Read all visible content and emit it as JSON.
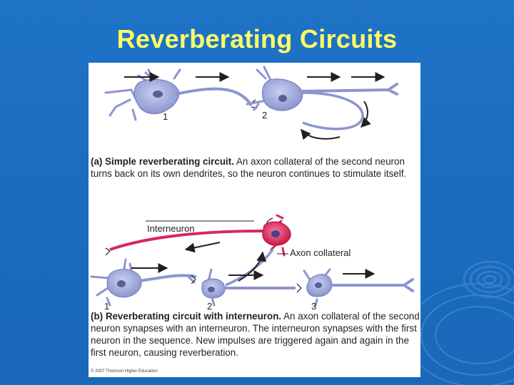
{
  "slide": {
    "title": "Reverberating Circuits"
  },
  "panel_a": {
    "neuron_labels": [
      "1",
      "2"
    ],
    "caption_bold": "(a) Simple reverberating circuit.",
    "caption_text": " An axon collateral of the second neuron turns back on its own dendrites, so the neuron continues to stimulate itself."
  },
  "panel_b": {
    "interneuron_label": "Interneuron",
    "axon_collateral_label": "Axon collateral",
    "neuron_labels": [
      "1",
      "2",
      "3"
    ],
    "caption_bold": "(b) Reverberating circuit with interneuron.",
    "caption_text": " An axon collateral of the second neuron synapses with an interneuron. The interneuron synapses with the first neuron in the sequence. New impulses are triggered again and again in the first neuron, causing reverberation."
  },
  "copyright": "© 2007 Thomson Higher Education",
  "colors": {
    "neuron": "#9ea6d8",
    "nucleus": "#5a5f96",
    "interneuron": "#d8285a",
    "title": "#ffff66",
    "background": "#1b6cbf"
  }
}
